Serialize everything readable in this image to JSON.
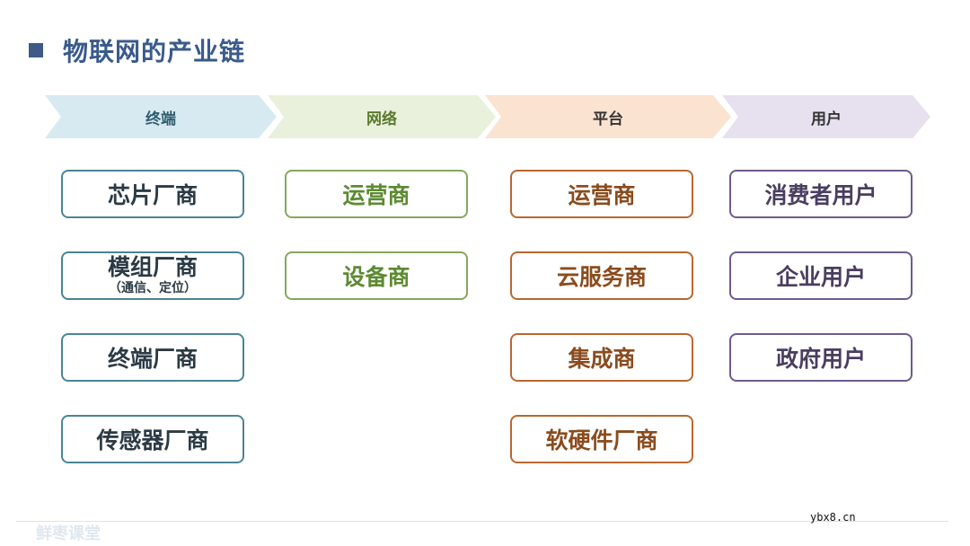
{
  "title": "物联网的产业链",
  "stages": [
    "终端",
    "网络",
    "平台",
    "用户"
  ],
  "columns": [
    {
      "items": [
        {
          "label": "芯片厂商"
        },
        {
          "label": "模组厂商",
          "sub": "（通信、定位）"
        },
        {
          "label": "终端厂商"
        },
        {
          "label": "传感器厂商"
        }
      ]
    },
    {
      "items": [
        {
          "label": "运营商"
        },
        {
          "label": "设备商"
        }
      ]
    },
    {
      "items": [
        {
          "label": "运营商"
        },
        {
          "label": "云服务商"
        },
        {
          "label": "集成商"
        },
        {
          "label": "软硬件厂商"
        }
      ]
    },
    {
      "items": [
        {
          "label": "消费者用户"
        },
        {
          "label": "企业用户"
        },
        {
          "label": "政府用户"
        }
      ]
    }
  ],
  "watermark_left": "鲜枣课堂",
  "watermark_right": "ybx8.cn",
  "colors": {
    "title": "#3a5a8c",
    "terminal": "#4a8596",
    "network": "#86a85a",
    "platform": "#b96730",
    "user": "#6f5a8c"
  }
}
